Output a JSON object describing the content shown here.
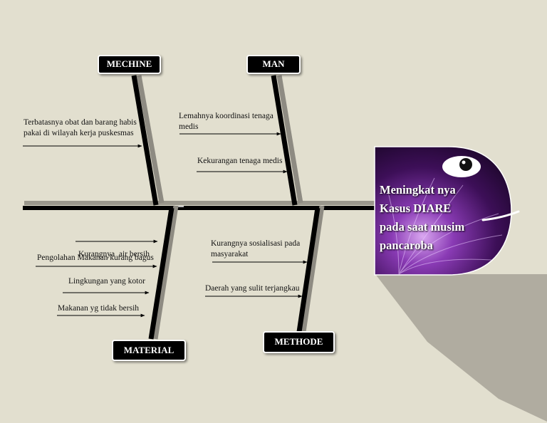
{
  "effect": {
    "lines": [
      "Meningkat nya",
      "Kasus DIARE",
      "pada saat musim",
      "pancaroba"
    ]
  },
  "categories": {
    "mechine": "MECHINE",
    "man": "MAN",
    "material": "MATERIAL",
    "methode": "METHODE"
  },
  "causes": {
    "mechine": [
      [
        "Terbatasnya obat dan barang habis",
        "pakai di wilayah kerja puskesmas"
      ]
    ],
    "man": [
      [
        "Lemahnya koordinasi tenaga",
        "medis"
      ],
      [
        "Kekurangan tenaga medis"
      ]
    ],
    "material": [
      [
        "Kurangnya  air bersih"
      ],
      [
        "Pengolahan Makanan kurang bagus"
      ],
      [
        "Lingkungan yang kotor"
      ],
      [
        "Makanan yg tidak bersih"
      ]
    ],
    "methode": [
      [
        "Kurangnya sosialisasi pada",
        "masyarakat"
      ],
      [
        "Daerah yang sulit terjangkau"
      ]
    ]
  },
  "colors": {
    "background": "#e2dfcf",
    "bone": "#000000",
    "head_purple": "#5a1a78",
    "shadow": "#b0aca0"
  },
  "icons": [
    "fish-eye-icon"
  ]
}
